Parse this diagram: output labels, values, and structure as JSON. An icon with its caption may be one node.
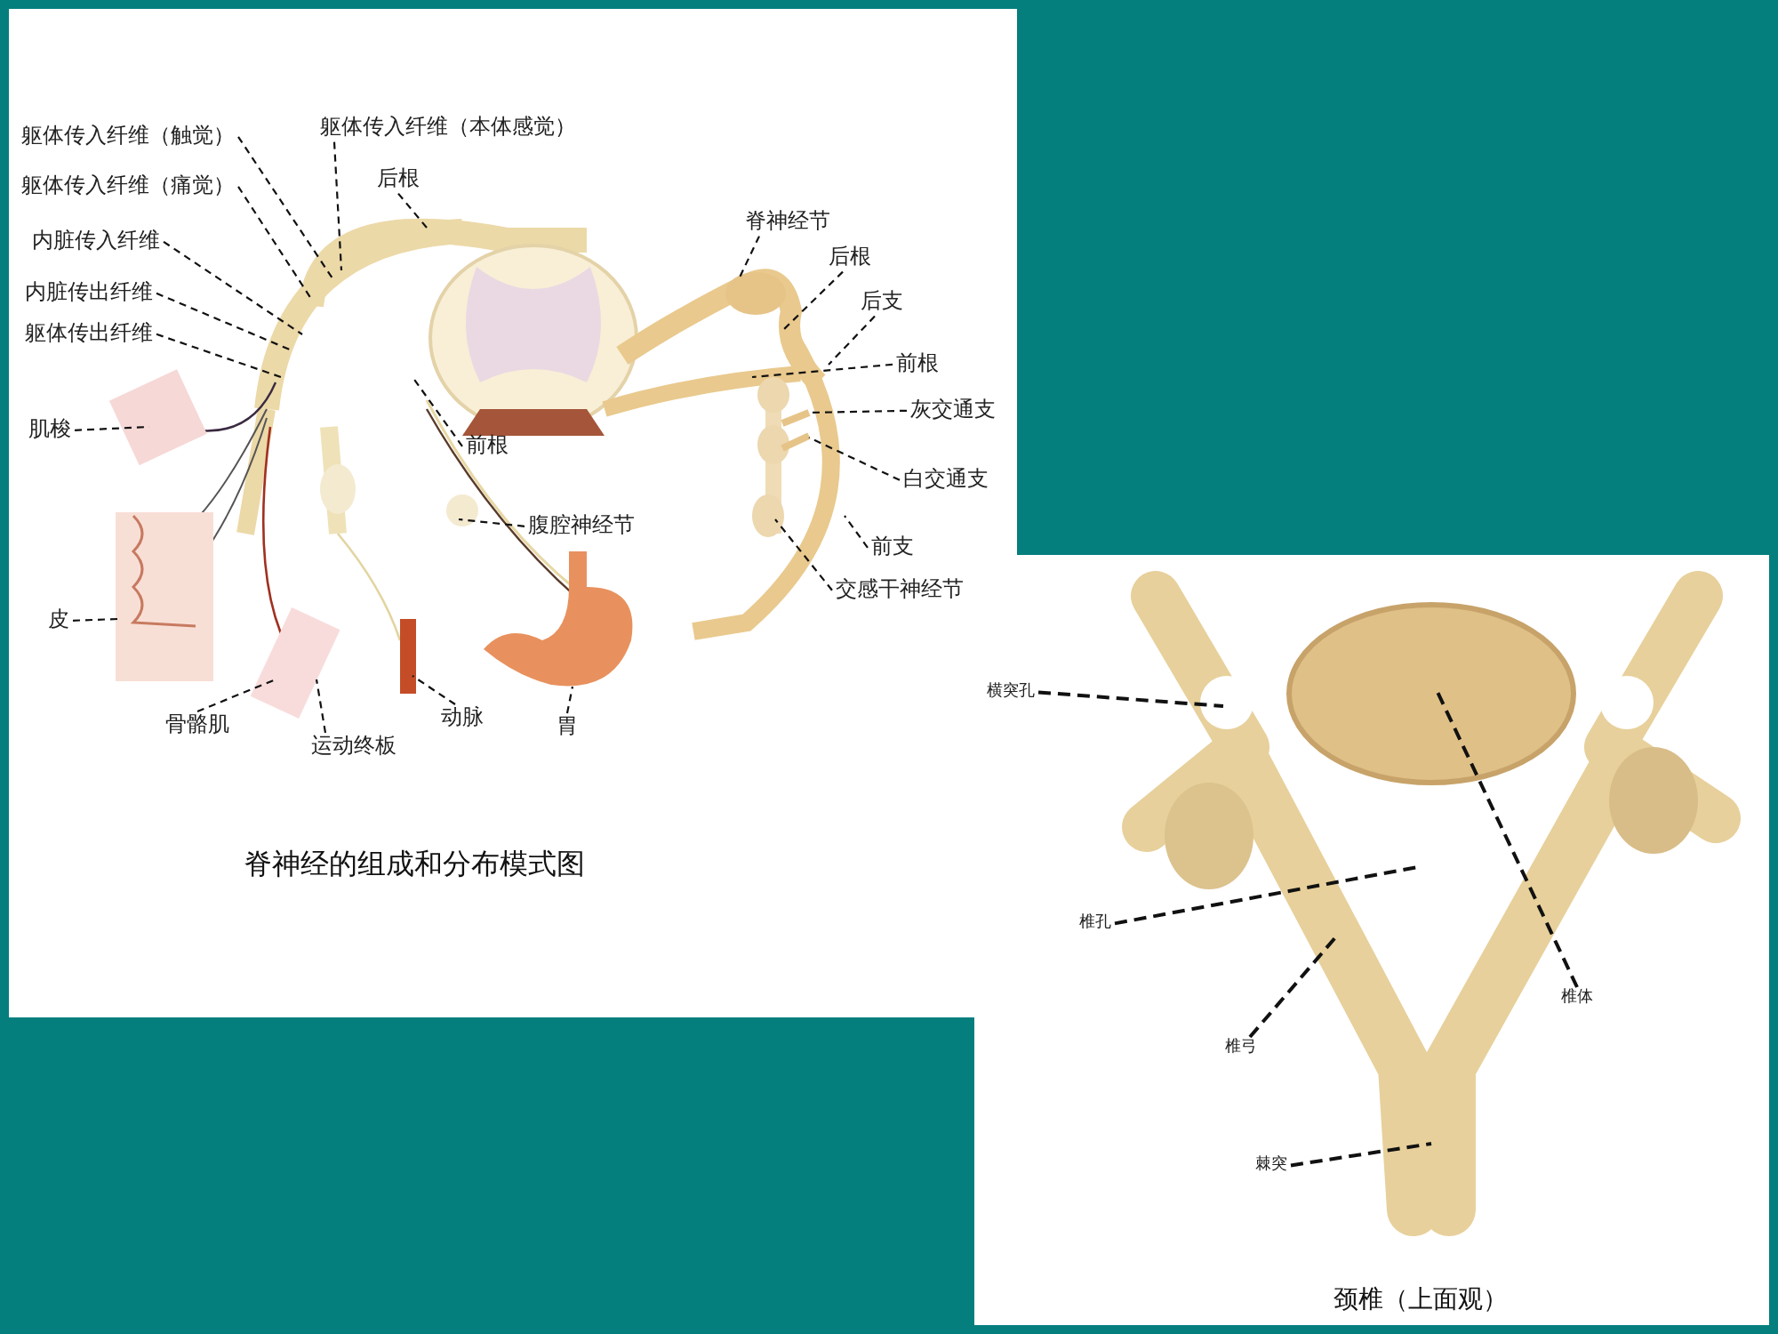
{
  "diagram": {
    "nodes": [
      {
        "text": [
          "躯体传入纤维（触觉）"
        ]
      },
      {
        "text": [
          "躯体传入纤维（痛觉）"
        ]
      },
      {
        "text": [
          "内脏传入纤维"
        ]
      },
      {
        "text": [
          "内脏传出纤维"
        ]
      },
      {
        "text": [
          "躯体传出纤维"
        ]
      },
      {
        "text": [
          "躯体传入纤维（本体感觉）"
        ]
      },
      {
        "text": [
          "后根"
        ]
      },
      {
        "text": [
          "肌梭"
        ]
      },
      {
        "text": [
          "前根"
        ]
      },
      {
        "text": [
          "腹腔神经节"
        ]
      },
      {
        "text": [
          "皮"
        ]
      },
      {
        "text": [
          "骨骼肌"
        ]
      },
      {
        "text": [
          "运动终板"
        ]
      },
      {
        "text": [
          "动脉"
        ]
      },
      {
        "text": [
          "胃"
        ]
      },
      {
        "text": [
          "脊神经节"
        ]
      },
      {
        "text": [
          "后根"
        ]
      },
      {
        "text": [
          "后支"
        ]
      },
      {
        "text": [
          "前根"
        ]
      },
      {
        "text": [
          "灰交通支"
        ]
      },
      {
        "text": [
          "白交通支"
        ]
      },
      {
        "text": [
          "前支"
        ]
      },
      {
        "text": [
          "交感干神经节"
        ]
      },
      {
        "text": [
          "横突孔"
        ]
      },
      {
        "text": [
          "椎孔"
        ]
      },
      {
        "text": [
          "椎弓"
        ]
      },
      {
        "text": [
          "棘突"
        ]
      },
      {
        "text": [
          "椎体"
        ]
      }
    ],
    "edges": [
      {
        "from": 0,
        "to": null,
        "arrow": "none"
      },
      {
        "from": 1,
        "to": null,
        "arrow": "none"
      },
      {
        "from": 2,
        "to": null,
        "arrow": "none"
      },
      {
        "from": 3,
        "to": null,
        "arrow": "none"
      },
      {
        "from": 4,
        "to": null,
        "arrow": "none"
      },
      {
        "from": 5,
        "to": null,
        "arrow": "none"
      },
      {
        "from": 6,
        "to": null,
        "arrow": "none"
      },
      {
        "from": 7,
        "to": null,
        "arrow": "none"
      },
      {
        "from": 8,
        "to": null,
        "arrow": "none"
      },
      {
        "from": 9,
        "to": null,
        "arrow": "none"
      },
      {
        "from": 10,
        "to": null,
        "arrow": "none"
      },
      {
        "from": 11,
        "to": null,
        "arrow": "none"
      },
      {
        "from": 12,
        "to": null,
        "arrow": "none"
      },
      {
        "from": 13,
        "to": null,
        "arrow": "none"
      },
      {
        "from": 14,
        "to": null,
        "arrow": "none"
      },
      {
        "from": 15,
        "to": null,
        "arrow": "none"
      },
      {
        "from": 16,
        "to": null,
        "arrow": "none"
      },
      {
        "from": 17,
        "to": null,
        "arrow": "none"
      },
      {
        "from": 18,
        "to": null,
        "arrow": "none"
      },
      {
        "from": 19,
        "to": null,
        "arrow": "none"
      },
      {
        "from": 20,
        "to": null,
        "arrow": "none"
      },
      {
        "from": 21,
        "to": null,
        "arrow": "none"
      },
      {
        "from": 22,
        "to": null,
        "arrow": "none"
      },
      {
        "from": 23,
        "to": null,
        "arrow": "none"
      },
      {
        "from": 24,
        "to": null,
        "arrow": "none"
      },
      {
        "from": 25,
        "to": null,
        "arrow": "none"
      },
      {
        "from": 26,
        "to": null,
        "arrow": "none"
      },
      {
        "from": 27,
        "to": null,
        "arrow": "none"
      }
    ],
    "labels": [
      "脊神经的组成和分布模式图",
      "颈椎（上面观）"
    ]
  }
}
